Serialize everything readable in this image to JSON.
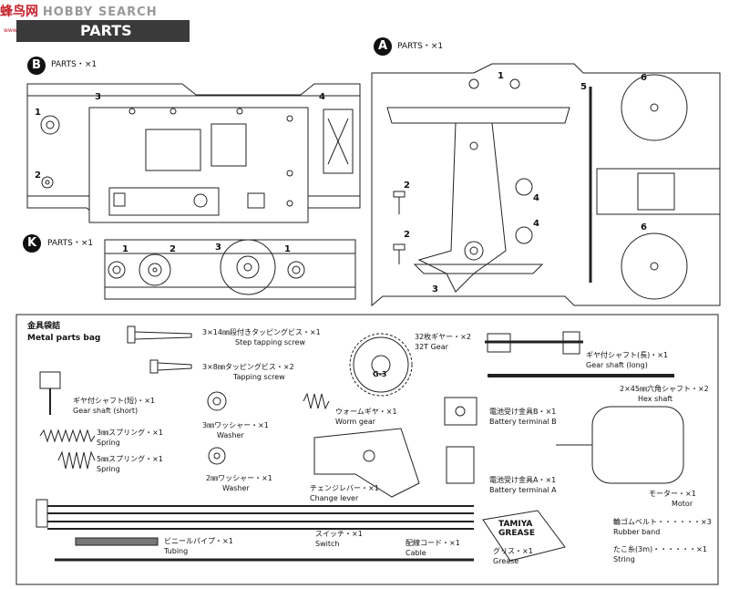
{
  "watermark": {
    "logo_text": "蜂鸟网",
    "search_text": "HOBBY SEARCH",
    "url": "www.hobbysearch.com"
  },
  "header": {
    "title": "PARTS"
  },
  "sprues": {
    "B": {
      "letter": "B",
      "label": "PARTS・×1",
      "numbers": [
        "1",
        "2",
        "3",
        "4"
      ]
    },
    "A": {
      "letter": "A",
      "label": "PARTS・×1",
      "numbers": [
        "1",
        "2",
        "2",
        "3",
        "4",
        "4",
        "5",
        "6",
        "6"
      ]
    },
    "K": {
      "letter": "K",
      "label": "PARTS・×1",
      "numbers": [
        "1",
        "2",
        "3",
        "1"
      ]
    }
  },
  "metal_bag": {
    "title_jp": "金具袋詰",
    "title_en": "Metal parts bag",
    "items": [
      {
        "jp": "3×14㎜段付きタッピングビス・×1",
        "en": "Step tapping screw"
      },
      {
        "jp": "3×8㎜タッピングビス・×2",
        "en": "Tapping screw"
      },
      {
        "jp": "32枚ギヤー・×2",
        "en": "32T Gear"
      },
      {
        "jp": "ギヤ付シャフト(長)・×1",
        "en": "Gear shaft (long)"
      },
      {
        "jp": "ギヤ付シャフト(短)・×1",
        "en": "Gear shaft (short)"
      },
      {
        "jp": "2×45㎜六角シャフト・×2",
        "en": "Hex shaft"
      },
      {
        "jp": "3㎜ワッシャー・×1",
        "en": "Washer"
      },
      {
        "jp": "3㎜スプリング・×1",
        "en": "Spring"
      },
      {
        "jp": "5㎜スプリング・×1",
        "en": "Spring"
      },
      {
        "jp": "ウォームギヤ・×1",
        "en": "Worm gear"
      },
      {
        "jp": "電池受け金具B・×1",
        "en": "Battery terminal B"
      },
      {
        "jp": "2㎜ワッシャー・×1",
        "en": "Washer"
      },
      {
        "jp": "チェンジレバー・×1",
        "en": "Change lever"
      },
      {
        "jp": "電池受け金具A・×1",
        "en": "Battery terminal A"
      },
      {
        "jp": "モーター・×1",
        "en": "Motor"
      },
      {
        "jp": "輪ゴムベルト・・・・・・×3",
        "en": "Rubber band"
      },
      {
        "jp": "たこ糸(3m)・・・・・・×1",
        "en": "String"
      },
      {
        "jp": "ビニールパイプ・×1",
        "en": "Tubing"
      },
      {
        "jp": "スイッチ・×1",
        "en": "Switch"
      },
      {
        "jp": "配線コード・×1",
        "en": "Cable"
      },
      {
        "jp": "グリス・×1",
        "en": "Grease"
      }
    ],
    "gear_code": "G-3",
    "grease_tube_text": [
      "TAMIYA",
      "GREASE"
    ]
  }
}
